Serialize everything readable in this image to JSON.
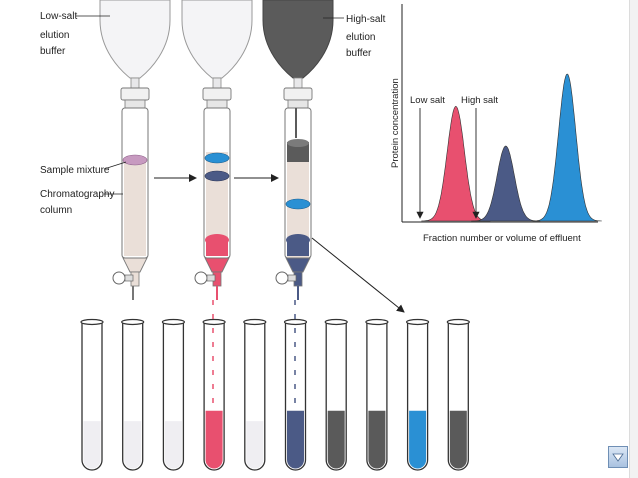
{
  "labels": {
    "low_salt_buffer": [
      "Low-salt",
      "elution",
      "buffer"
    ],
    "high_salt_buffer": [
      "High-salt",
      "elution",
      "buffer"
    ],
    "sample_mixture": "Sample mixture",
    "chromatography_column": [
      "Chromatography",
      "column"
    ]
  },
  "chart": {
    "ylabel": "Protein concentration",
    "xlabel": "Fraction number or volume of effluent",
    "low_salt_marker": "Low salt",
    "high_salt_marker": "High salt"
  },
  "chart_data": {
    "type": "area",
    "title": "",
    "xlabel": "Fraction number or volume of effluent",
    "ylabel": "Protein concentration",
    "annotations": [
      "Low salt",
      "High salt"
    ],
    "series": [
      {
        "color": "#e8506f",
        "peak_x": 0.27,
        "peak_height": 0.78
      },
      {
        "color": "#4b5a86",
        "peak_x": 0.53,
        "peak_height": 0.51
      },
      {
        "color": "#2a90d4",
        "peak_x": 0.85,
        "peak_height": 1.0
      }
    ]
  },
  "colors": {
    "pink": "#e8506f",
    "navy": "#4b5a86",
    "blue": "#2a90d4",
    "grey": "#5a5a5a",
    "column_fill": "#eadfd8",
    "sample_purple": "#c79ac0"
  },
  "tubes": [
    {
      "fill_color": "#efeef2",
      "fill_level": 0.33
    },
    {
      "fill_color": "#efeef2",
      "fill_level": 0.33
    },
    {
      "fill_color": "#efeef2",
      "fill_level": 0.33
    },
    {
      "fill_color": "#e8506f",
      "fill_level": 0.4
    },
    {
      "fill_color": "#efeef2",
      "fill_level": 0.33
    },
    {
      "fill_color": "#4b5a86",
      "fill_level": 0.4
    },
    {
      "fill_color": "#5a5a5a",
      "fill_level": 0.4
    },
    {
      "fill_color": "#5a5a5a",
      "fill_level": 0.4
    },
    {
      "fill_color": "#2a90d4",
      "fill_level": 0.4
    },
    {
      "fill_color": "#5a5a5a",
      "fill_level": 0.4
    }
  ],
  "ui": {
    "scroll_button_icon": "down-arrow-icon"
  }
}
